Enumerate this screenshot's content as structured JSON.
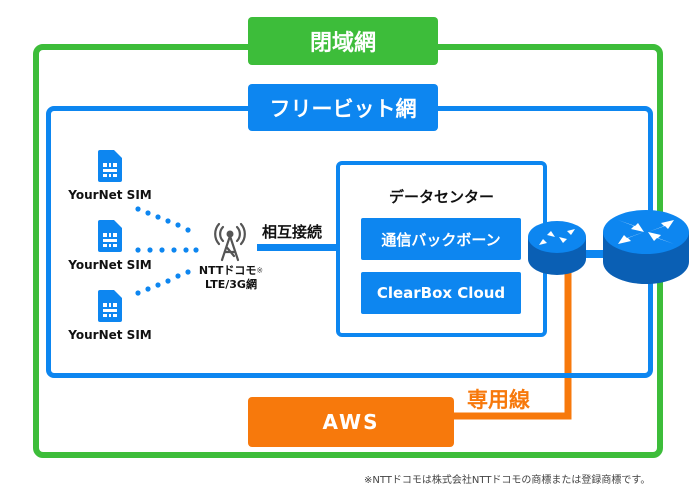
{
  "networks": {
    "closed": {
      "label": "閉域網",
      "color": "#3dbd3a"
    },
    "freebit": {
      "label": "フリービット網",
      "color": "#0d86f0"
    }
  },
  "sims": [
    {
      "label": "YourNet SIM",
      "icon": "sim-card-icon"
    },
    {
      "label": "YourNet SIM",
      "icon": "sim-card-icon"
    },
    {
      "label": "YourNet SIM",
      "icon": "sim-card-icon"
    }
  ],
  "carrier": {
    "icon": "antenna-tower-icon",
    "name": "NTTドコモ",
    "mark": "※",
    "network": "LTE/3G網"
  },
  "interconnect_label": "相互接続",
  "datacenter": {
    "title": "データセンター",
    "services": [
      "通信バックボーン",
      "ClearBox Cloud"
    ]
  },
  "routers": [
    {
      "icon": "router-icon",
      "size": "small"
    },
    {
      "icon": "router-icon",
      "size": "large"
    }
  ],
  "aws": {
    "label": "AWS",
    "color": "#f7790c"
  },
  "dedicated_line_label": "専用線",
  "footnote": "※NTTドコモは株式会社NTTドコモの商標または登録商標です。"
}
